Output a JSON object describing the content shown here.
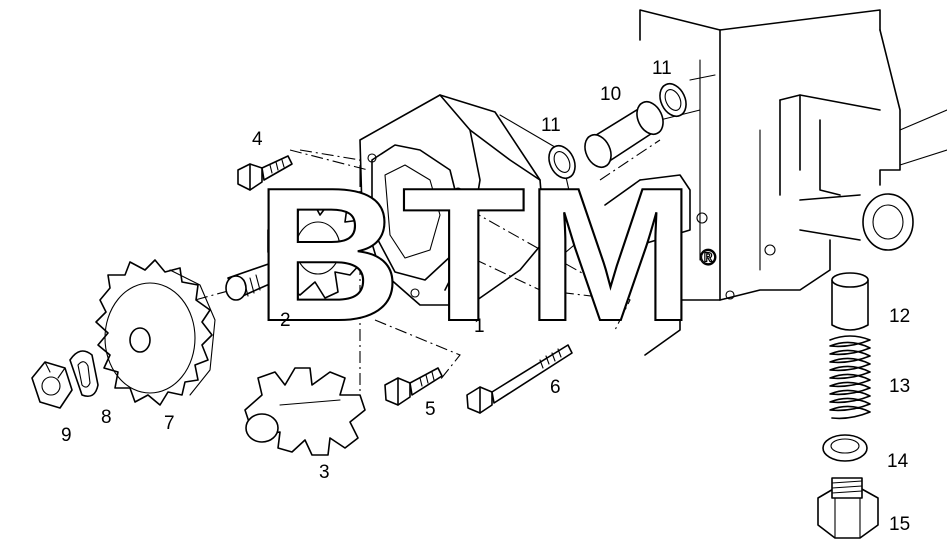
{
  "watermark": {
    "text": "BTM",
    "registered": "®"
  },
  "callouts": {
    "pump_housing": "1",
    "drive_gear_shaft": "2",
    "driven_gear": "3",
    "screw_4": "4",
    "screw_5": "5",
    "long_bolt": "6",
    "sprocket_gear": "7",
    "washer": "8",
    "nut": "9",
    "sleeve": "10",
    "o_ring_upper": "11",
    "o_ring_lower": "11",
    "valve_piston": "12",
    "spring": "13",
    "seal_ring": "14",
    "plug": "15"
  }
}
